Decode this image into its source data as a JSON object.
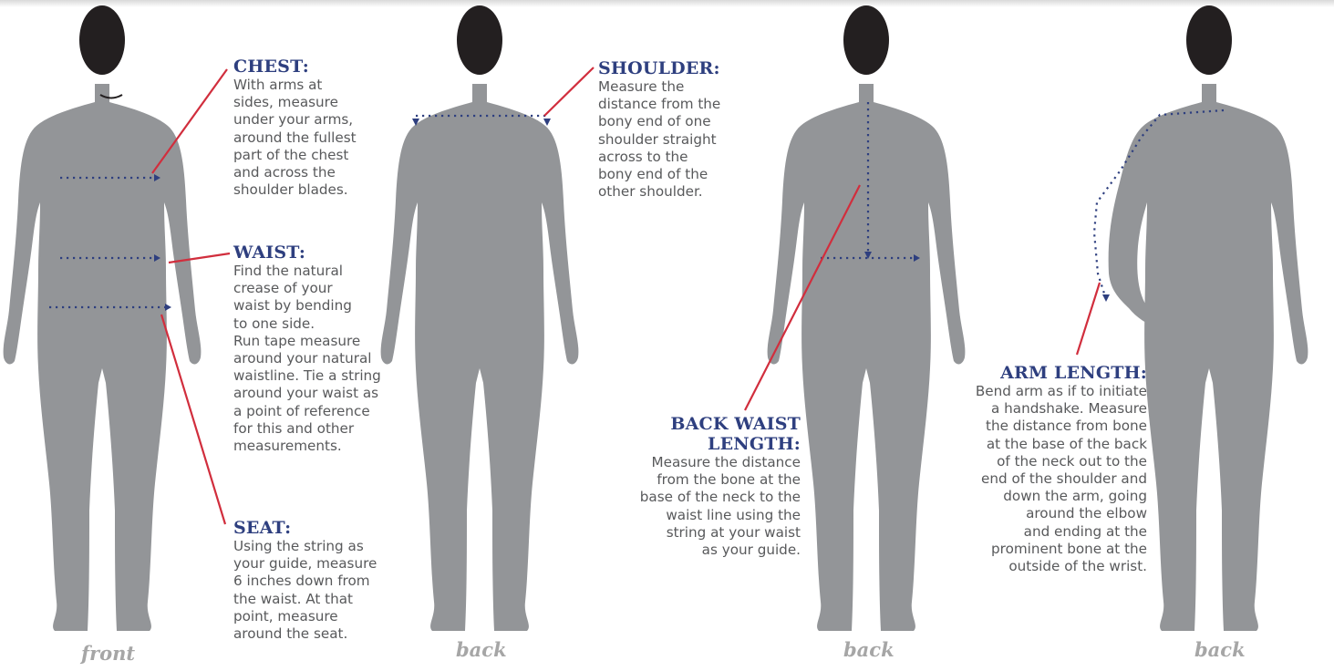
{
  "colors": {
    "silhouette": "#939598",
    "head": "#231f20",
    "measure_line": "#2e3f7f",
    "leader_line": "#d12e3d",
    "heading": "#2e3f7f",
    "body_text": "#58595b",
    "caption": "#a6a6a6"
  },
  "figures": [
    {
      "id": "front",
      "caption": "front"
    },
    {
      "id": "back-1",
      "caption": "back"
    },
    {
      "id": "back-2",
      "caption": "back"
    },
    {
      "id": "back-3",
      "caption": "back"
    }
  ],
  "instructions": {
    "chest": {
      "title": "CHEST:",
      "text": "With arms at\nsides, measure\nunder your arms,\naround the fullest\npart of the chest\nand across the\nshoulder blades."
    },
    "waist": {
      "title": "WAIST:",
      "text": "Find the natural\ncrease of your\nwaist by bending\nto one side.\nRun tape measure\naround your natural\nwaistline. Tie a string\naround your waist as\na point of reference\nfor this and other\nmeasurements."
    },
    "seat": {
      "title": "SEAT:",
      "text": "Using the string as\nyour guide, measure\n6 inches down from\nthe waist. At that\npoint, measure\naround the seat."
    },
    "shoulder": {
      "title": "SHOULDER:",
      "text": "Measure the\ndistance from the\nbony end of one\nshoulder straight\nacross to the\nbony end of the\nother shoulder."
    },
    "back_waist_length": {
      "title": "BACK WAIST\nLENGTH:",
      "text": "Measure the distance\nfrom the bone at the\nbase of the neck to the\nwaist line using the\nstring at your waist\nas your guide."
    },
    "arm_length": {
      "title": "ARM LENGTH:",
      "text": "Bend arm as if to initiate\na handshake. Measure\nthe distance from bone\nat the base of the back\nof the neck out to the\nend of the shoulder and\ndown the arm, going\naround the elbow\nand ending at the\nprominent bone at the\noutside of the wrist."
    }
  }
}
